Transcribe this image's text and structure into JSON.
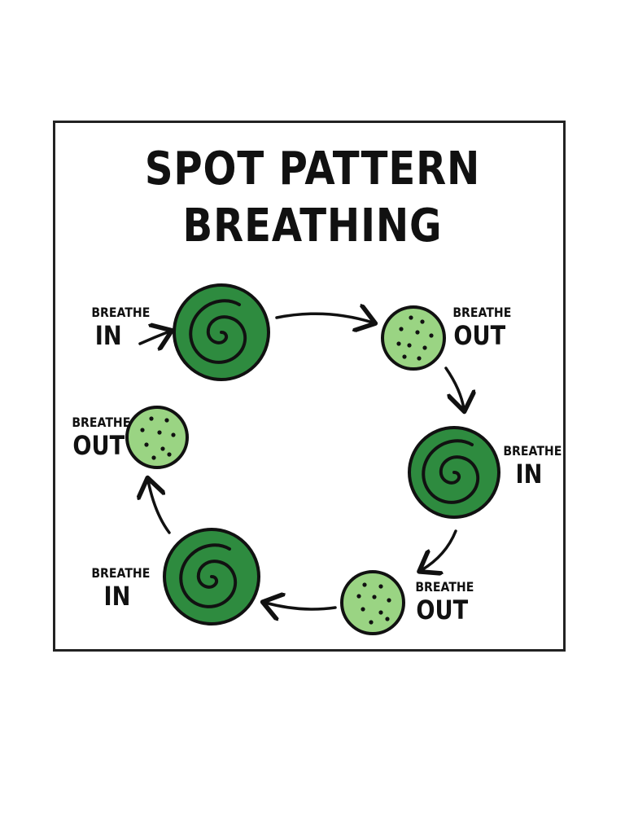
{
  "title": {
    "line1": "SPOT PATTERN",
    "line2": "BREATHING"
  },
  "steps": [
    {
      "small": "BREATHE",
      "big": "IN"
    },
    {
      "small": "BREATHE",
      "big": "OUT"
    },
    {
      "small": "BREATHE",
      "big": "IN"
    },
    {
      "small": "BREATHE",
      "big": "OUT"
    },
    {
      "small": "BREATHE",
      "big": "IN"
    },
    {
      "small": "BREATHE",
      "big": "OUT"
    }
  ],
  "colors": {
    "in_circle": "#2e8b3f",
    "out_circle": "#9ad483",
    "outline": "#111111"
  },
  "icons": {
    "in": "spiral-icon",
    "out": "dots-icon"
  }
}
